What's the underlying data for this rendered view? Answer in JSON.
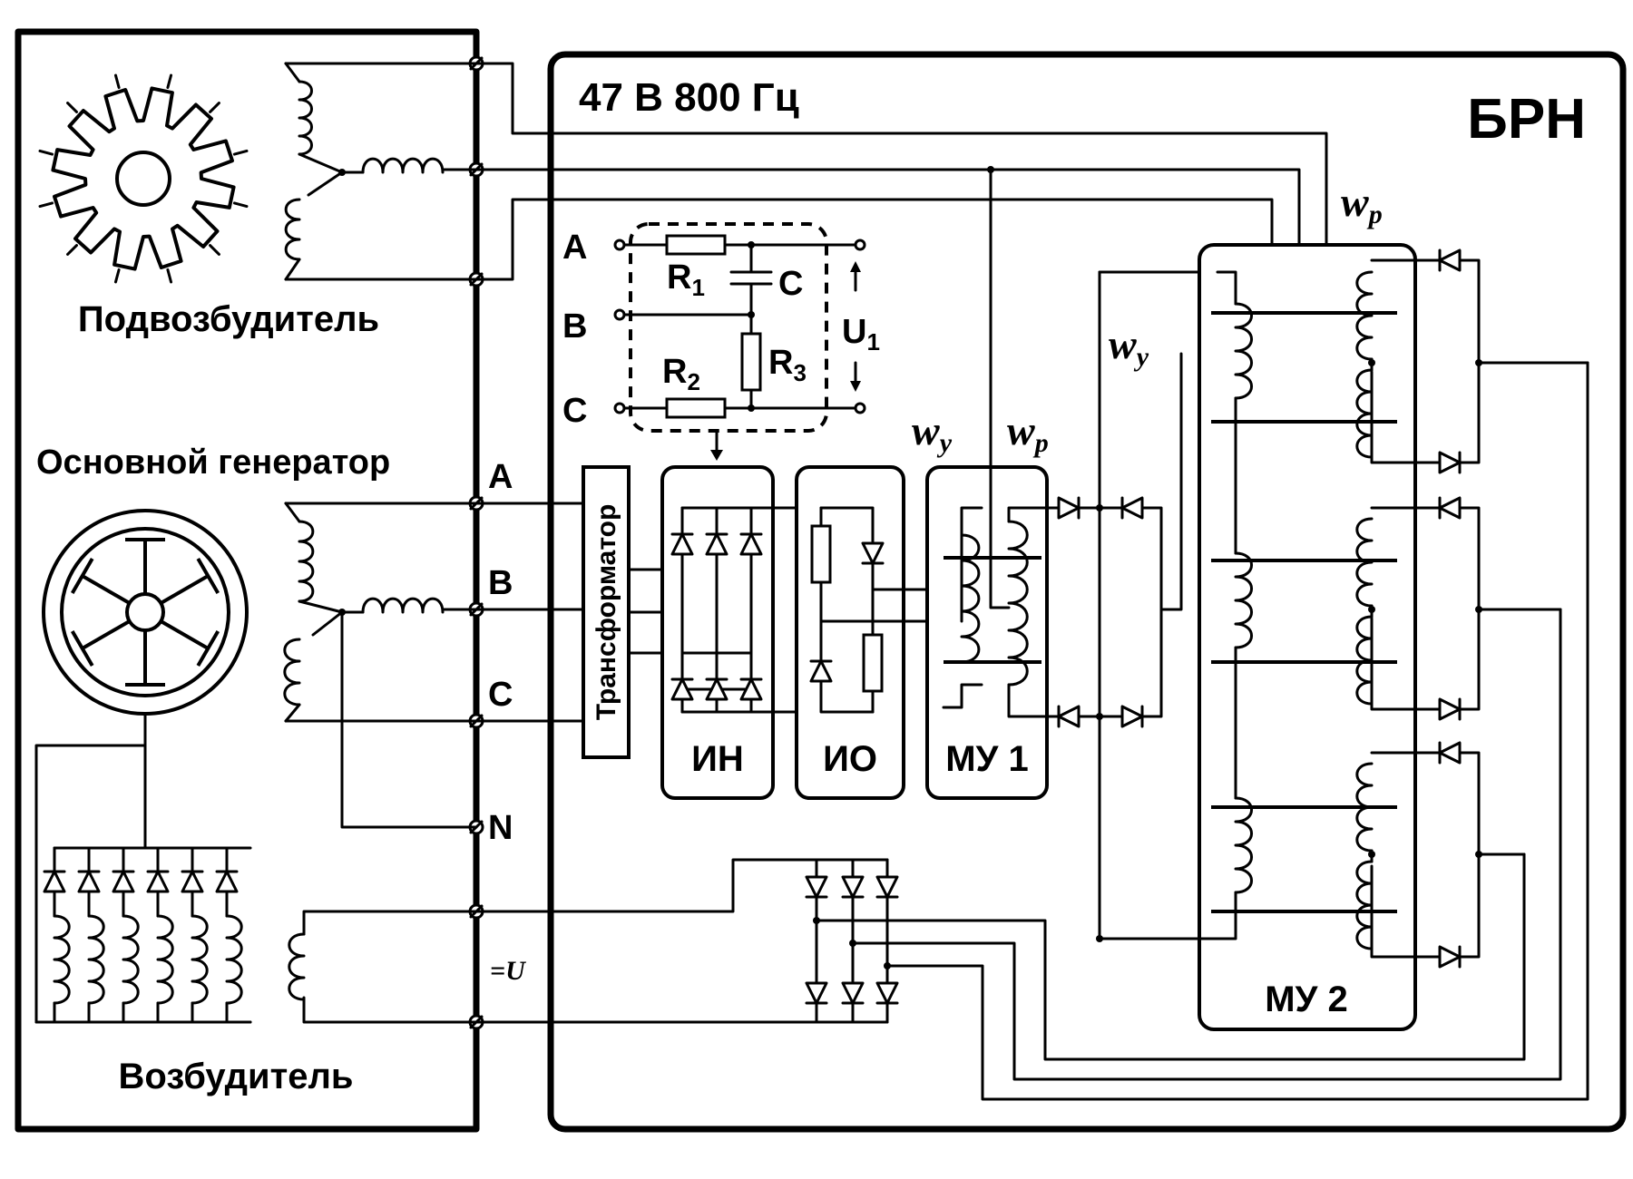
{
  "left_unit": {
    "subexciter_label": "Подвозбудитель",
    "main_generator_label": "Основной генератор",
    "exciter_label": "Возбудитель"
  },
  "terminals": {
    "phase_a": "A",
    "phase_b": "B",
    "phase_c": "C",
    "neutral": "N",
    "dc_voltage": "=U"
  },
  "regulator": {
    "title": "БРН",
    "supply": "47 В  800 Гц"
  },
  "sensing_circuit": {
    "input_a": "A",
    "input_b": "B",
    "input_c": "C",
    "r1": "R",
    "r1_sub": "1",
    "r2": "R",
    "r2_sub": "2",
    "r3": "R",
    "r3_sub": "3",
    "capacitor": "C",
    "voltage": "U",
    "voltage_sub": "1"
  },
  "blocks": {
    "transformer": "Трансформатор",
    "measuring_element": "ИН",
    "reference_element": "ИО",
    "mag_amp_1": "МУ 1",
    "mag_amp_2": "МУ 2"
  },
  "windings": {
    "control": "w",
    "control_sub": "у",
    "working": "w",
    "working_sub": "р"
  }
}
